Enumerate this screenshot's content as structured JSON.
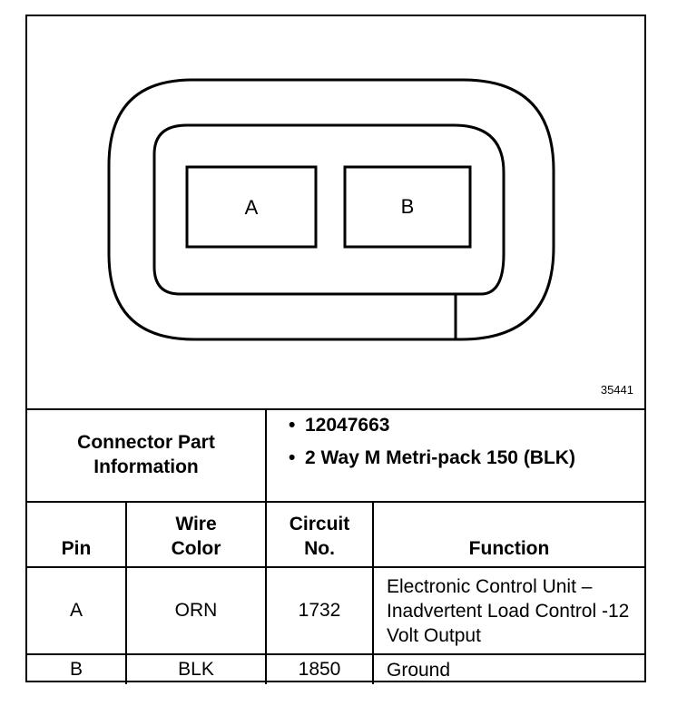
{
  "diagram": {
    "pins": [
      "A",
      "B"
    ],
    "figure_id": "35441"
  },
  "connector": {
    "label": "Connector Part Information",
    "parts": [
      "12047663",
      "2 Way M Metri-pack 150 (BLK)"
    ]
  },
  "table": {
    "headers": {
      "pin": "Pin",
      "wire_color": "Wire Color",
      "circuit": "Circuit No.",
      "function": "Function"
    },
    "rows": [
      {
        "pin": "A",
        "wire_color": "ORN",
        "circuit": "1732",
        "function": "Electronic Control Unit – Inadvertent Load Control -12 Volt Output"
      },
      {
        "pin": "B",
        "wire_color": "BLK",
        "circuit": "1850",
        "function": "Ground"
      }
    ]
  }
}
